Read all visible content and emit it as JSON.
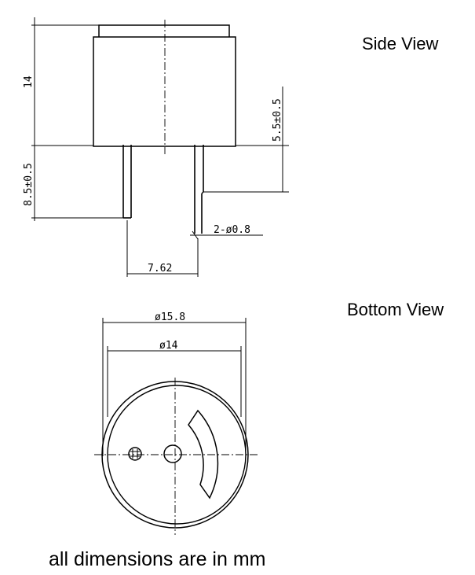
{
  "labels": {
    "side_view": "Side View",
    "bottom_view": "Bottom View",
    "units_note": "all dimensions are in mm"
  },
  "dimensions": {
    "height": "14",
    "pin_length": "8.5±0.5",
    "pin_offset": "5.5±0.5",
    "pin_diameter": "2-ø0.8",
    "pin_spacing": "7.62",
    "outer_diameter": "ø15.8",
    "inner_diameter": "ø14"
  },
  "colors": {
    "ink": "#000000",
    "background": "#ffffff"
  }
}
